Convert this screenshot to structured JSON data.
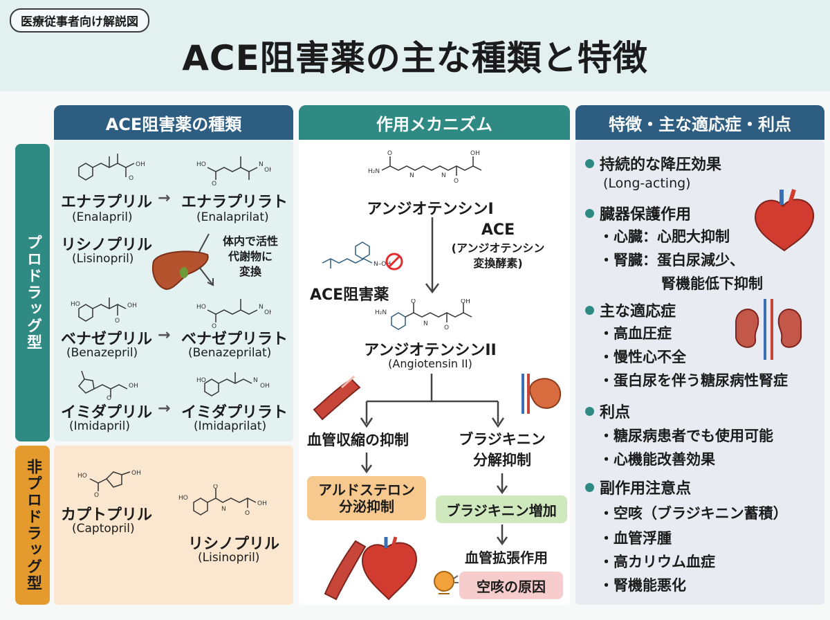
{
  "header": {
    "badge": "医療従事者向け解説図",
    "title": "ACE阻害薬の主な種類と特徴"
  },
  "columns": {
    "types": "ACE阻害薬の種類",
    "mechanism": "作用メカニズム",
    "features": "特徴・主な適応症・利点"
  },
  "side_labels": {
    "prodrug": "プロドラッグ型",
    "non_prodrug": "非プロドラッグ型"
  },
  "prodrugs": {
    "arrow": "→",
    "enalapril": {
      "name": "エナラプリル",
      "latin": "(Enalapril)"
    },
    "enalaprilat": {
      "name": "エナラプリラト",
      "latin": "(Enalaprilat)"
    },
    "lisinopril": {
      "name": "リシノプリル",
      "latin": "(Lisinopril)"
    },
    "metabolism_note": [
      "体内で活性",
      "代謝物に",
      "変換"
    ],
    "benazepril": {
      "name": "ベナゼプリル",
      "latin": "(Benazepril)"
    },
    "benazeprilat": {
      "name": "ベナゼプリラト",
      "latin": "(Benazeprilat)"
    },
    "imidapril": {
      "name": "イミダプリル",
      "latin": "(Imidapril)"
    },
    "imidaprilat": {
      "name": "イミダプリラト",
      "latin": "(Imidaprilat)"
    }
  },
  "non_prodrugs": {
    "captopril": {
      "name": "カプトプリル",
      "latin": "(Captopril)"
    },
    "lisinopril": {
      "name": "リシノプリル",
      "latin": "(Lisinopril)"
    }
  },
  "mechanism": {
    "angiotensin1": "アンジオテンシンI",
    "ace": "ACE",
    "ace_full": [
      "(アンジオテンシン",
      "変換酵素)"
    ],
    "ace_inhibitor": "ACE阻害薬",
    "angiotensin2": "アンジオテンシンII",
    "angiotensin2_latin": "(Angiotensin II)",
    "vasoconstriction_inhibit": "血管収縮の抑制",
    "bradykinin_inhibit": [
      "ブラジキニン",
      "分解抑制"
    ],
    "aldosterone": [
      "アルドステロン",
      "分泌抑制"
    ],
    "bradykinin_increase": "ブラジキニン増加",
    "vasodilation": "血管拡張作用",
    "cough_cause": "空咳の原因"
  },
  "features": {
    "sustained": {
      "title": "持続的な降圧効果",
      "sub": "(Long-acting)"
    },
    "organ": {
      "title": "臓器保護作用",
      "items": [
        "・心臓：心肥大抑制",
        "・腎臓：蛋白尿減少、",
        "腎機能低下抑制"
      ]
    },
    "indications": {
      "title": "主な適応症",
      "items": [
        "・高血圧症",
        "・慢性心不全",
        "・蛋白尿を伴う糖尿病性腎症"
      ]
    },
    "advantages": {
      "title": "利点",
      "items": [
        "・糖尿病患者でも使用可能",
        "・心機能改善効果"
      ]
    },
    "side_effects": {
      "title": "副作用注意点",
      "items": [
        "・空咳（ブラジキニン蓄積）",
        "・血管浮腫",
        "・高カリウム血症",
        "・腎機能悪化"
      ]
    }
  },
  "colors": {
    "navy": "#2d5d80",
    "teal": "#2e8a82",
    "orange": "#e59a2d",
    "prodrug_bg": "#e3f1f1",
    "non_prodrug_bg": "#fbe7cf",
    "aldosterone_box": "#f8c98e",
    "bradykinin_box": "#cfe8bd",
    "cough_box": "#f6cccc"
  }
}
